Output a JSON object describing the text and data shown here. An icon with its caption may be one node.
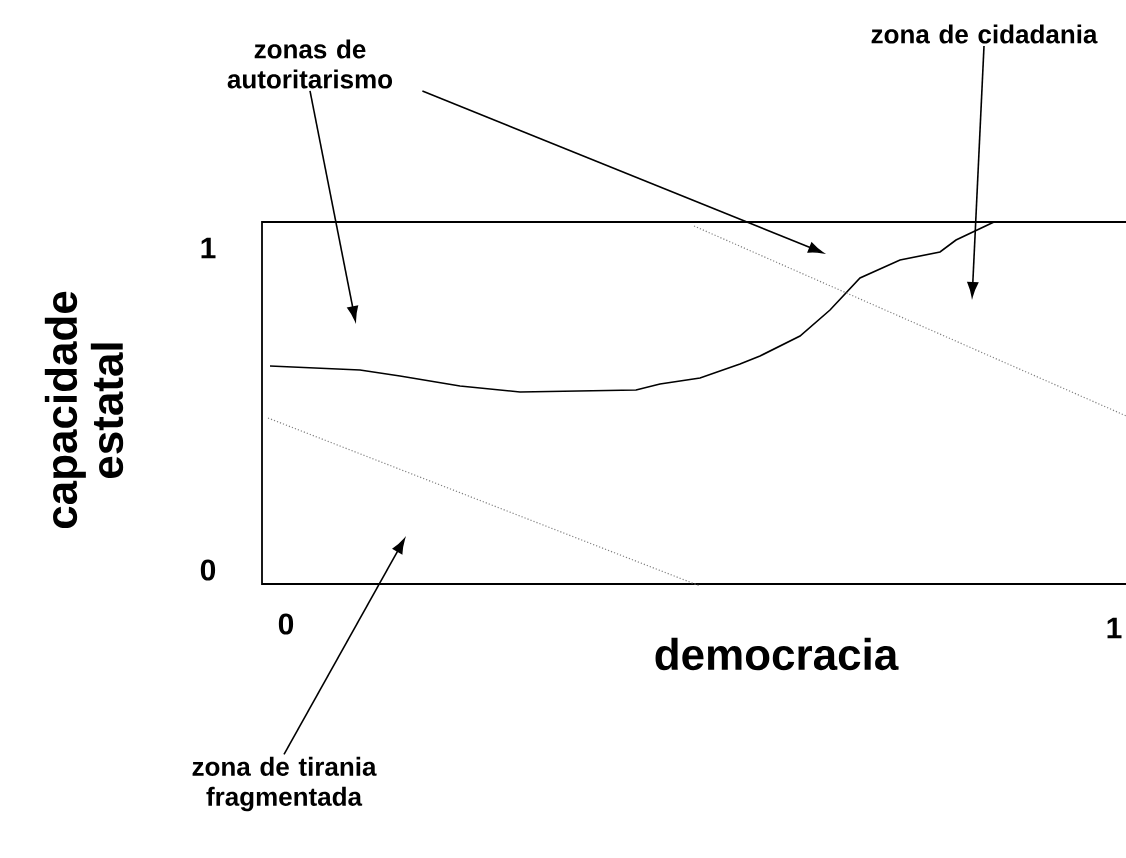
{
  "diagram": {
    "nodes": [
      {
        "text": [
          "zonas de autoritarismo"
        ]
      },
      {
        "text": [
          "zona de cidadania"
        ]
      },
      {
        "text": [
          "zona de tirania fragmentada"
        ]
      }
    ],
    "edges": [
      {
        "from": 0,
        "to": null,
        "arrow": "to"
      },
      {
        "from": 0,
        "to": null,
        "arrow": "to"
      },
      {
        "from": 1,
        "to": null,
        "arrow": "to"
      },
      {
        "from": 2,
        "to": null,
        "arrow": "to"
      }
    ],
    "labels": [
      "capacidade estatal",
      "1",
      "0",
      "0",
      "democracia",
      "1"
    ]
  }
}
